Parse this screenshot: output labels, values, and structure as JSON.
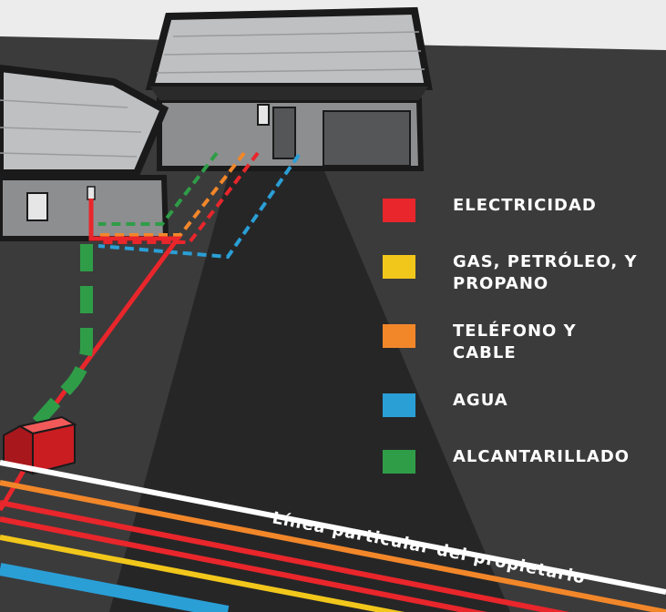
{
  "legend": [
    {
      "name": "ELECTRICIDAD",
      "color": "#e8262b",
      "icon": "electricity-swatch"
    },
    {
      "name": "GAS, PETRÓLEO, Y PROPANO",
      "color": "#f2c71b",
      "icon": "gas-swatch"
    },
    {
      "name": "TELÉFONO Y CABLE",
      "color": "#f2872a",
      "icon": "phone-cable-swatch"
    },
    {
      "name": "AGUA",
      "color": "#2a9fd6",
      "icon": "water-swatch"
    },
    {
      "name": "ALCANTARILLADO",
      "color": "#2f9d48",
      "icon": "sewer-swatch"
    }
  ],
  "property_line_label": "Línea particular del propietario",
  "colors": {
    "ground": "#3b3b3c",
    "driveway": "#262627",
    "house_wall": "#8d8e90",
    "roof": "#bfc0c2",
    "outline": "#1a1a1a",
    "meter_box": "#e8262b"
  }
}
